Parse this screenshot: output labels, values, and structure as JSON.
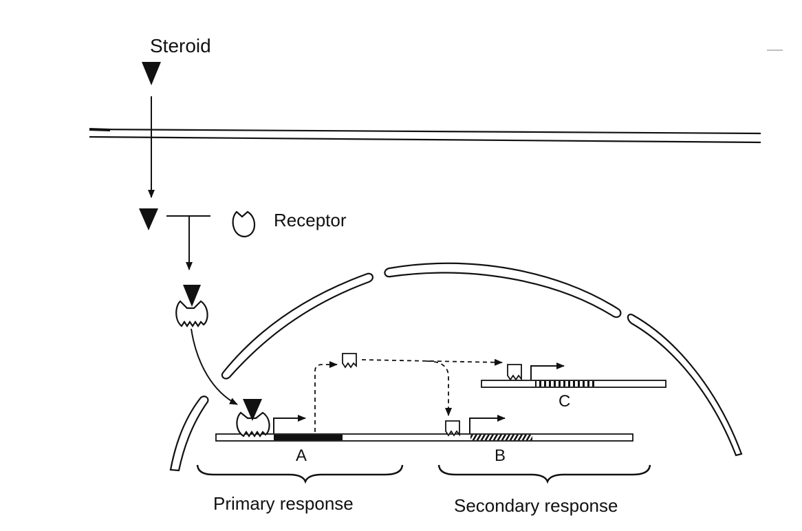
{
  "labels": {
    "steroid": "Steroid",
    "receptor": "Receptor",
    "gene_a": "A",
    "gene_b": "B",
    "gene_c": "C",
    "primary_response": "Primary response",
    "secondary_response": "Secondary response"
  },
  "colors": {
    "ink": "#111111",
    "background": "#ffffff"
  }
}
